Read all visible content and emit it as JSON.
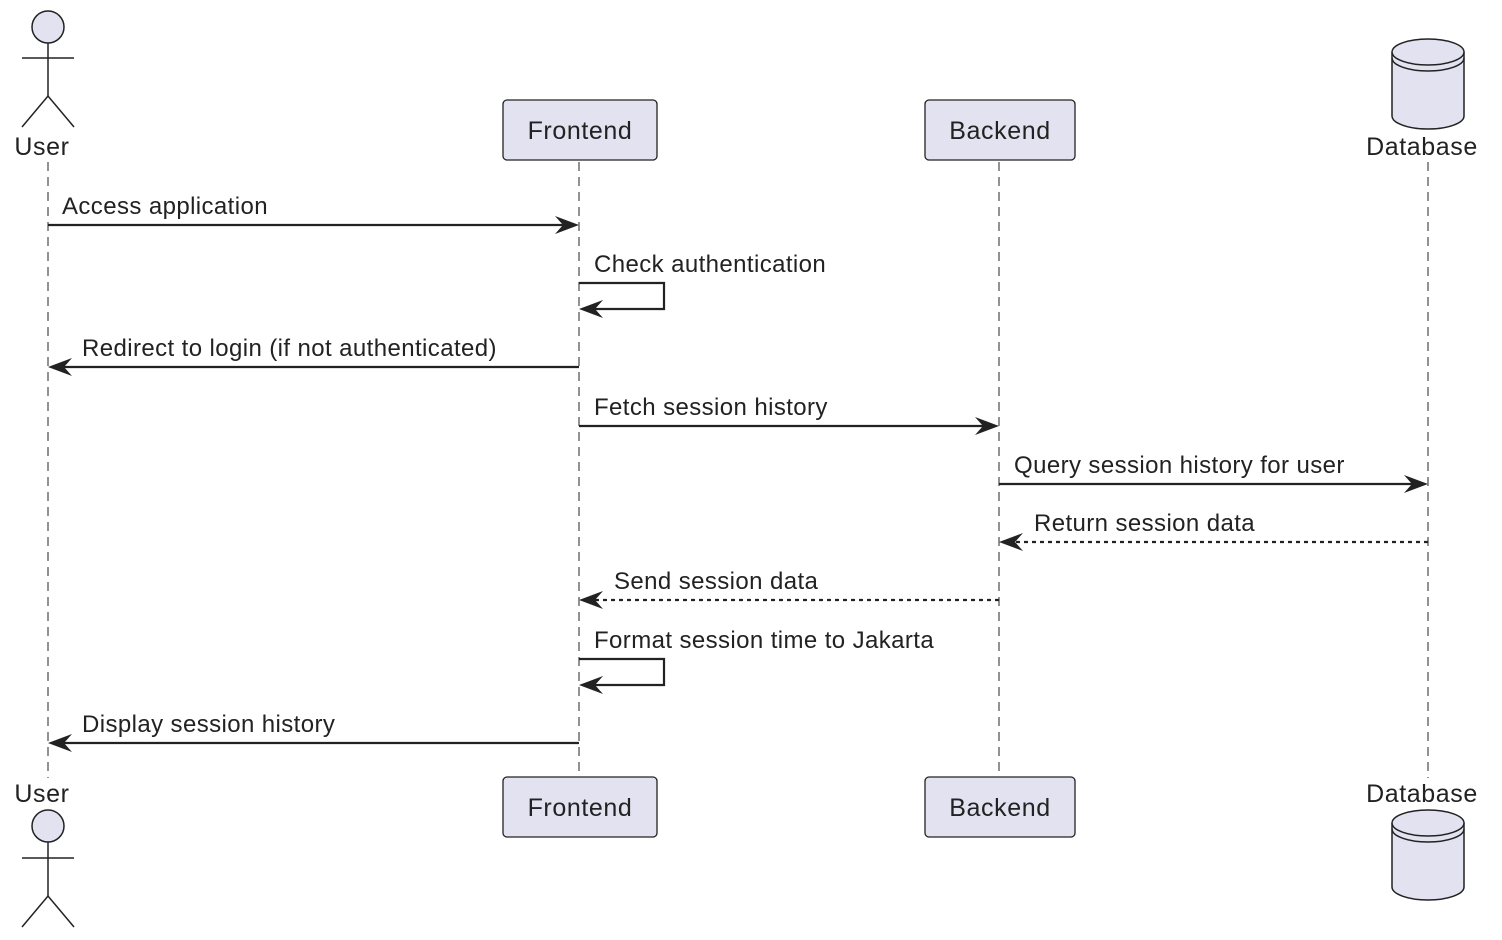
{
  "participants": {
    "user": {
      "label": "User"
    },
    "frontend": {
      "label": "Frontend"
    },
    "backend": {
      "label": "Backend"
    },
    "database": {
      "label": "Database"
    }
  },
  "messages": [
    {
      "label": "Access application",
      "from": "user",
      "to": "frontend",
      "style": "solid"
    },
    {
      "label": "Check authentication",
      "from": "frontend",
      "to": "frontend",
      "style": "solid"
    },
    {
      "label": "Redirect to login (if not authenticated)",
      "from": "frontend",
      "to": "user",
      "style": "solid"
    },
    {
      "label": "Fetch session history",
      "from": "frontend",
      "to": "backend",
      "style": "solid"
    },
    {
      "label": "Query session history for user",
      "from": "backend",
      "to": "database",
      "style": "solid"
    },
    {
      "label": "Return session data",
      "from": "database",
      "to": "backend",
      "style": "dashed"
    },
    {
      "label": "Send session data",
      "from": "backend",
      "to": "frontend",
      "style": "dashed"
    },
    {
      "label": "Format session time to Jakarta",
      "from": "frontend",
      "to": "frontend",
      "style": "solid"
    },
    {
      "label": "Display session history",
      "from": "frontend",
      "to": "user",
      "style": "solid"
    }
  ],
  "colors": {
    "participant_fill": "#e2e2f0",
    "stroke": "#222222",
    "lifeline": "#777777"
  }
}
